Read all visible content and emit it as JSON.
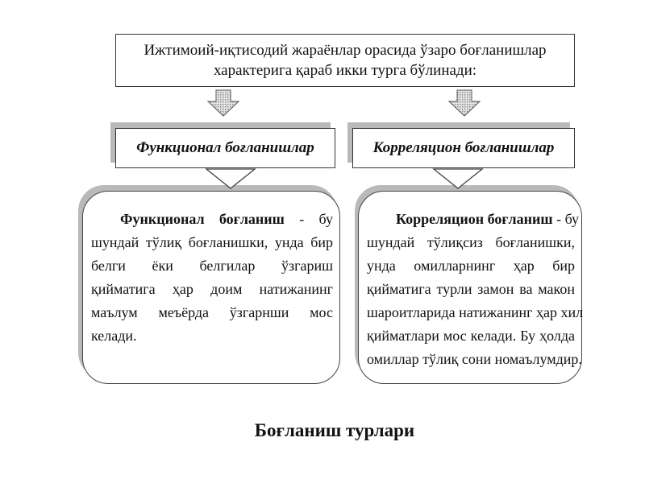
{
  "top_box": {
    "line1": "Ижтимоий-иқтисодий жараёнлар орасида ўзаро боғланишлар",
    "line2": "характерига қараб икки турга бўлинади:"
  },
  "categories": {
    "left": "Функционал боғланишлар",
    "right": "Корреляцион боғланишлар"
  },
  "descriptions": {
    "left": {
      "term": "Функционал боғланиш",
      "dash": " - бу",
      "lines": [
        "шундай тўлиқ боғланишки, унда бир",
        "белги ёки белгилар ўзгариш",
        "қийматига ҳар доим натижанинг",
        "маълум меъёрда ўзгарнши мос",
        "келади."
      ]
    },
    "right": {
      "term": "Корреляцион боғланиш",
      "dash": " - бу",
      "lines": [
        "шундай тўлиқсиз боғланишки,",
        "унда омилларнинг ҳар бир",
        "қийматига турли замон ва макон",
        "шароитларида натижанинг ҳар хил",
        "қийматлари мос келади. Бу ҳолда",
        "омиллар тўлиқ сони номаълумдир."
      ]
    }
  },
  "caption": "Боғланиш турлари",
  "colors": {
    "border": "#333333",
    "shadow": "#b9b9b9",
    "arrow_fill": "#cfcfcf"
  }
}
